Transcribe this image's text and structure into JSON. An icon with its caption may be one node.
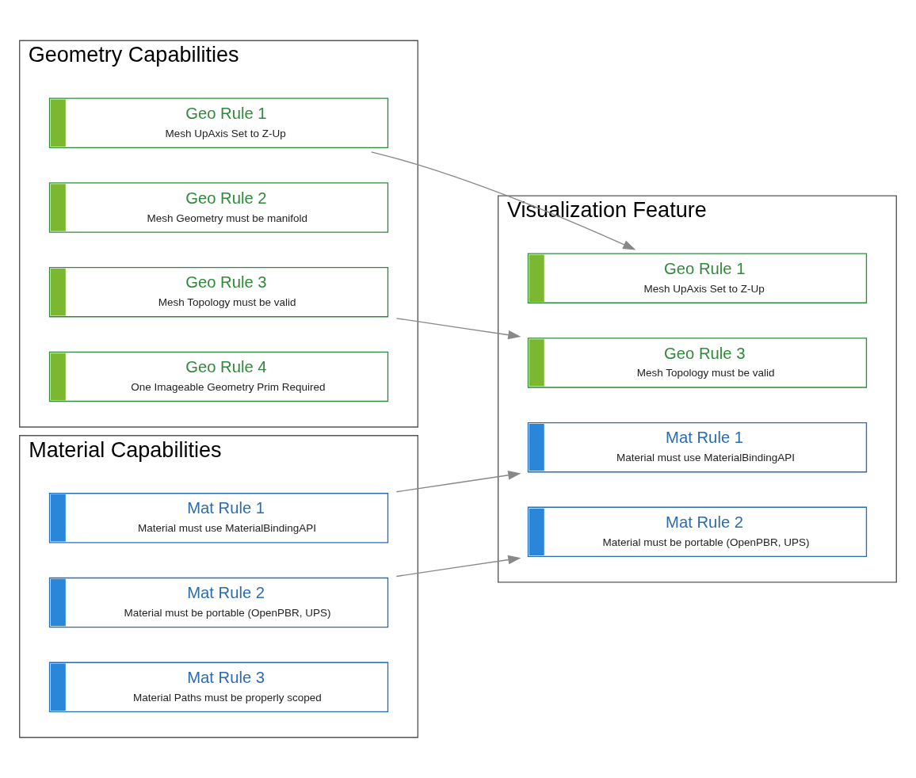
{
  "diagram": {
    "nodes": [
      {
        "text": [
          "Geometry Capabilities"
        ]
      },
      {
        "text": [
          "Geo Rule 1",
          "Mesh UpAxis Set to Z-Up"
        ],
        "in": 0
      },
      {
        "text": [
          "Geo Rule 2",
          "Mesh Geometry must be manifold"
        ],
        "in": 0
      },
      {
        "text": [
          "Geo Rule 3",
          "Mesh Topology must be valid"
        ],
        "in": 0
      },
      {
        "text": [
          "Geo Rule 4",
          "One Imageable Geometry Prim Required"
        ],
        "in": 0
      },
      {
        "text": [
          "Visualization Feature"
        ]
      },
      {
        "text": [
          "Geo Rule 1",
          "Mesh UpAxis Set to Z-Up"
        ],
        "in": 5
      },
      {
        "text": [
          "Geo Rule 3",
          "Mesh Topology must be valid"
        ],
        "in": 5
      },
      {
        "text": [
          "Mat Rule 1",
          "Material must use MaterialBindingAPI"
        ],
        "in": 5
      },
      {
        "text": [
          "Mat Rule 2",
          "Material must be portable (OpenPBR, UPS)"
        ],
        "in": 5
      },
      {
        "text": [
          "Material Capabilities"
        ]
      },
      {
        "text": [
          "Mat Rule 1",
          "Material must use MaterialBindingAPI"
        ],
        "in": 10
      },
      {
        "text": [
          "Mat Rule 2",
          "Material must be portable (OpenPBR, UPS)"
        ],
        "in": 10
      },
      {
        "text": [
          "Mat Rule 3",
          "Material Paths must be properly scoped"
        ],
        "in": 10
      }
    ],
    "edges": [
      {
        "from": 1,
        "to": 6,
        "arrow": "to"
      },
      {
        "from": 3,
        "to": 7,
        "arrow": "to"
      },
      {
        "from": 11,
        "to": 8,
        "arrow": "to"
      },
      {
        "from": 12,
        "to": 9,
        "arrow": "to"
      }
    ]
  }
}
